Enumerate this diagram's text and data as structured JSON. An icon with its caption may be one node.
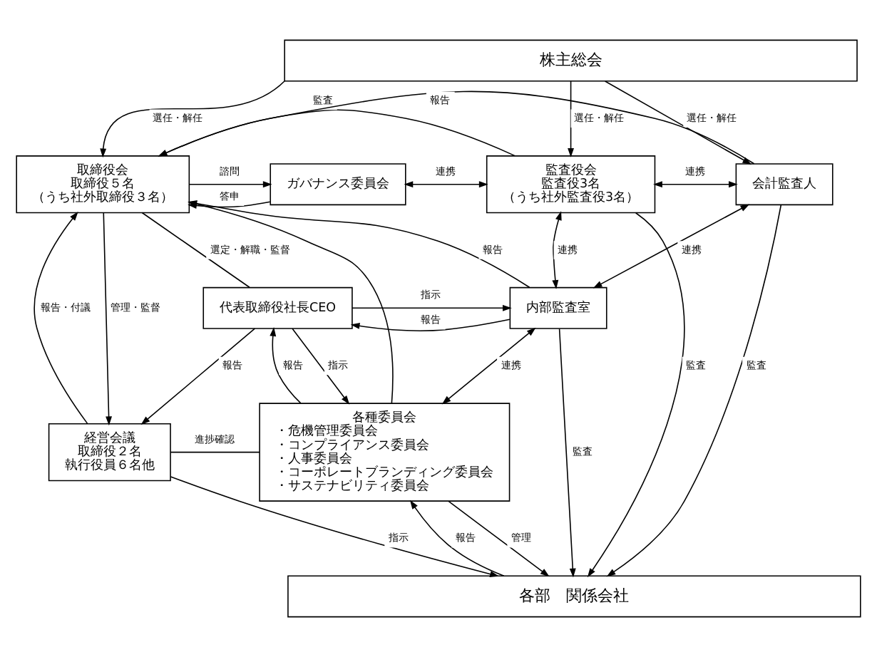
{
  "diagram": {
    "nodes": [
      {
        "text": [
          "株主総会"
        ]
      },
      {
        "text": [
          "取締役会",
          "取締役５名",
          "（うち社外取締役３名）"
        ]
      },
      {
        "text": [
          "ガバナンス委員会"
        ]
      },
      {
        "text": [
          "監査役会",
          "監査役3名",
          "（うち社外監査役3名）"
        ]
      },
      {
        "text": [
          "会計監査人"
        ]
      },
      {
        "text": [
          "代表取締役社長CEO"
        ]
      },
      {
        "text": [
          "内部監査室"
        ]
      },
      {
        "text": [
          "各種委員会",
          "・危機管理委員会",
          "・コンプライアンス委員会",
          "・人事委員会",
          "・コーポレートブランディング委員会",
          "・サステナビリティ委員会"
        ]
      },
      {
        "text": [
          "経営会議",
          "取締役２名",
          "執行役員６名他"
        ]
      },
      {
        "text": [
          "各部　関係会社"
        ]
      }
    ],
    "edges": [
      {
        "from": 0,
        "to": 1,
        "arrow": "to",
        "label": "選任・解任"
      },
      {
        "from": 0,
        "to": 3,
        "arrow": "to",
        "label": "選任・解任"
      },
      {
        "from": 0,
        "to": 4,
        "arrow": "to",
        "label": "選任・解任"
      },
      {
        "from": 4,
        "to": 1,
        "arrow": "to",
        "label": "報告"
      },
      {
        "from": 3,
        "to": 1,
        "arrow": "to",
        "label": "監査"
      },
      {
        "from": 1,
        "to": 2,
        "arrow": "to",
        "label": "諮問"
      },
      {
        "from": 2,
        "to": 1,
        "arrow": "to",
        "label": "答申"
      },
      {
        "from": 2,
        "to": 3,
        "arrow": "both",
        "label": "連携"
      },
      {
        "from": 3,
        "to": 4,
        "arrow": "both",
        "label": "連携"
      },
      {
        "from": 3,
        "to": 6,
        "arrow": "both",
        "label": "連携"
      },
      {
        "from": 4,
        "to": 6,
        "arrow": "both",
        "label": "連携"
      },
      {
        "from": 1,
        "to": 5,
        "arrow": "none",
        "label": "選定・解職・監督"
      },
      {
        "from": 1,
        "to": 8,
        "arrow": "to",
        "label": "管理・監督"
      },
      {
        "from": 8,
        "to": 1,
        "arrow": "to",
        "label": "報告・付議"
      },
      {
        "from": 5,
        "to": 8,
        "arrow": "to",
        "label": "報告"
      },
      {
        "from": 7,
        "to": 5,
        "arrow": "to",
        "label": "報告"
      },
      {
        "from": 7,
        "to": 1,
        "arrow": "to"
      },
      {
        "from": 5,
        "to": 7,
        "arrow": "to",
        "label": "指示"
      },
      {
        "from": 5,
        "to": 6,
        "arrow": "to",
        "label": "指示"
      },
      {
        "from": 6,
        "to": 5,
        "arrow": "to",
        "label": "報告"
      },
      {
        "from": 6,
        "to": 1,
        "arrow": "to",
        "label": "報告"
      },
      {
        "from": 6,
        "to": 7,
        "arrow": "both",
        "label": "連携"
      },
      {
        "from": 8,
        "to": 7,
        "arrow": "none",
        "label": "進捗確認"
      },
      {
        "from": 8,
        "to": 9,
        "arrow": "to",
        "label": "指示"
      },
      {
        "from": 7,
        "to": 9,
        "arrow": "to",
        "label": "管理"
      },
      {
        "from": 9,
        "to": 7,
        "arrow": "to",
        "label": "報告"
      },
      {
        "from": 3,
        "to": 9,
        "arrow": "to",
        "label": "監査"
      },
      {
        "from": 6,
        "to": 9,
        "arrow": "to",
        "label": "監査"
      },
      {
        "from": 4,
        "to": 9,
        "arrow": "to",
        "label": "監査"
      }
    ]
  }
}
